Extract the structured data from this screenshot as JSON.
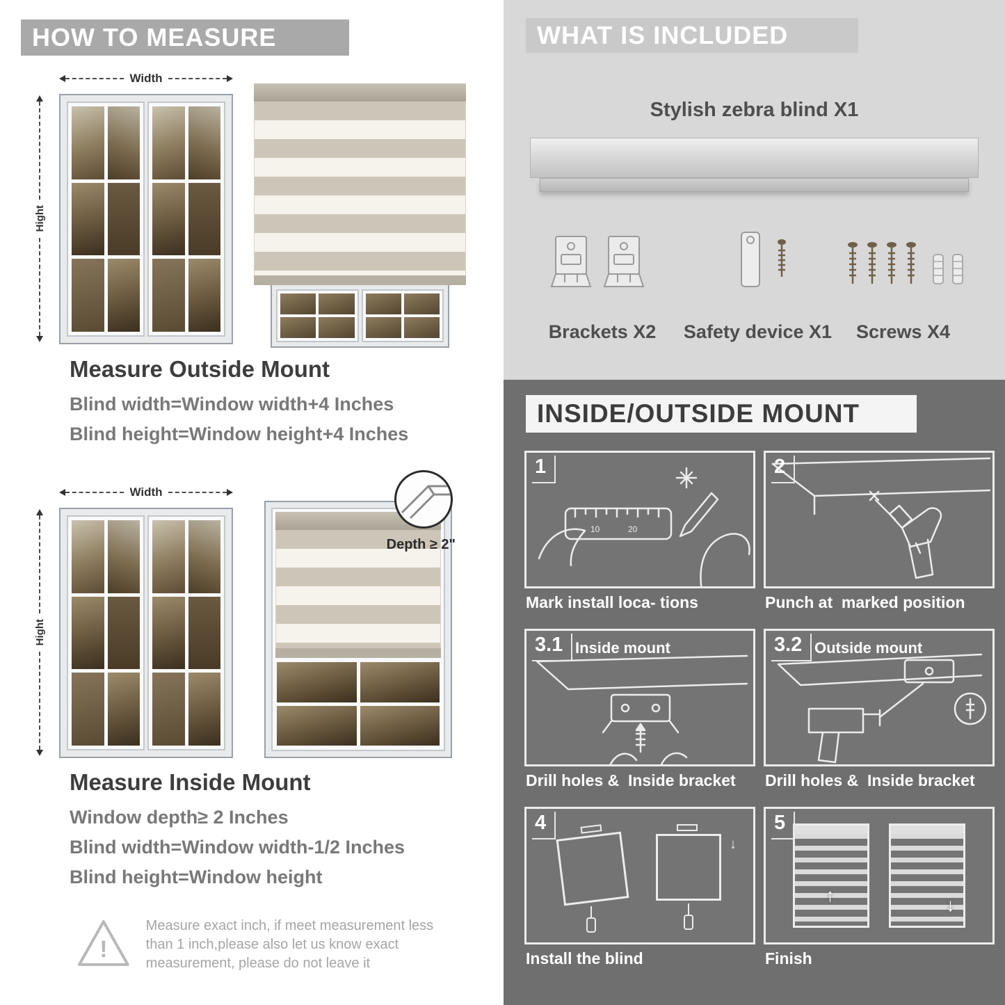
{
  "colors": {
    "left_banner_bg": "#a9a9a9",
    "included_bg": "#d8d8d8",
    "included_banner_bg": "#c9c9c9",
    "dark_section_bg": "#6f6f6f",
    "mount_banner_bg": "#f4f4f4",
    "heading_text": "#3d3d3d",
    "body_text": "#787878",
    "caption_text": "#ffffff"
  },
  "icons": {
    "warning_icon": "!",
    "arrow_up": "↑",
    "arrow_down": "↓"
  },
  "how_to_measure": {
    "header": "HOW TO MEASURE",
    "outside": {
      "width_label": "Width",
      "height_label": "Hight",
      "title": "Measure Outside Mount",
      "line1": "Blind width=Window width+4 Inches",
      "line2": "Blind height=Window height+4 Inches"
    },
    "inside": {
      "width_label": "Width",
      "height_label": "Hight",
      "depth_label": "Depth ≥ 2\"",
      "title": "Measure Inside Mount",
      "line1": "Window depth≥ 2 Inches",
      "line2": "Blind width=Window width-1/2 Inches",
      "line3": "Blind height=Window height"
    },
    "warning_text": "Measure exact inch, if meet measurement less than 1 inch,please also let us know exact measurement, please do not leave it"
  },
  "included": {
    "header": "WHAT IS INCLUDED",
    "blind_label": "Stylish zebra blind X1",
    "items": [
      {
        "label": "Brackets X2"
      },
      {
        "label": "Safety device X1"
      },
      {
        "label": "Screws X4"
      }
    ]
  },
  "mount": {
    "header": "INSIDE/OUTSIDE MOUNT",
    "steps": [
      {
        "num": "1",
        "title": "",
        "caption": "Mark install loca- tions"
      },
      {
        "num": "2",
        "title": "",
        "caption": "Punch at  marked position"
      },
      {
        "num": "3.1",
        "title": "Inside mount",
        "caption": "Drill holes &  Inside bracket"
      },
      {
        "num": "3.2",
        "title": "Outside mount",
        "caption": "Drill holes &  Inside bracket"
      },
      {
        "num": "4",
        "title": "",
        "caption": "Install the blind"
      },
      {
        "num": "5",
        "title": "",
        "caption": "Finish"
      }
    ]
  }
}
